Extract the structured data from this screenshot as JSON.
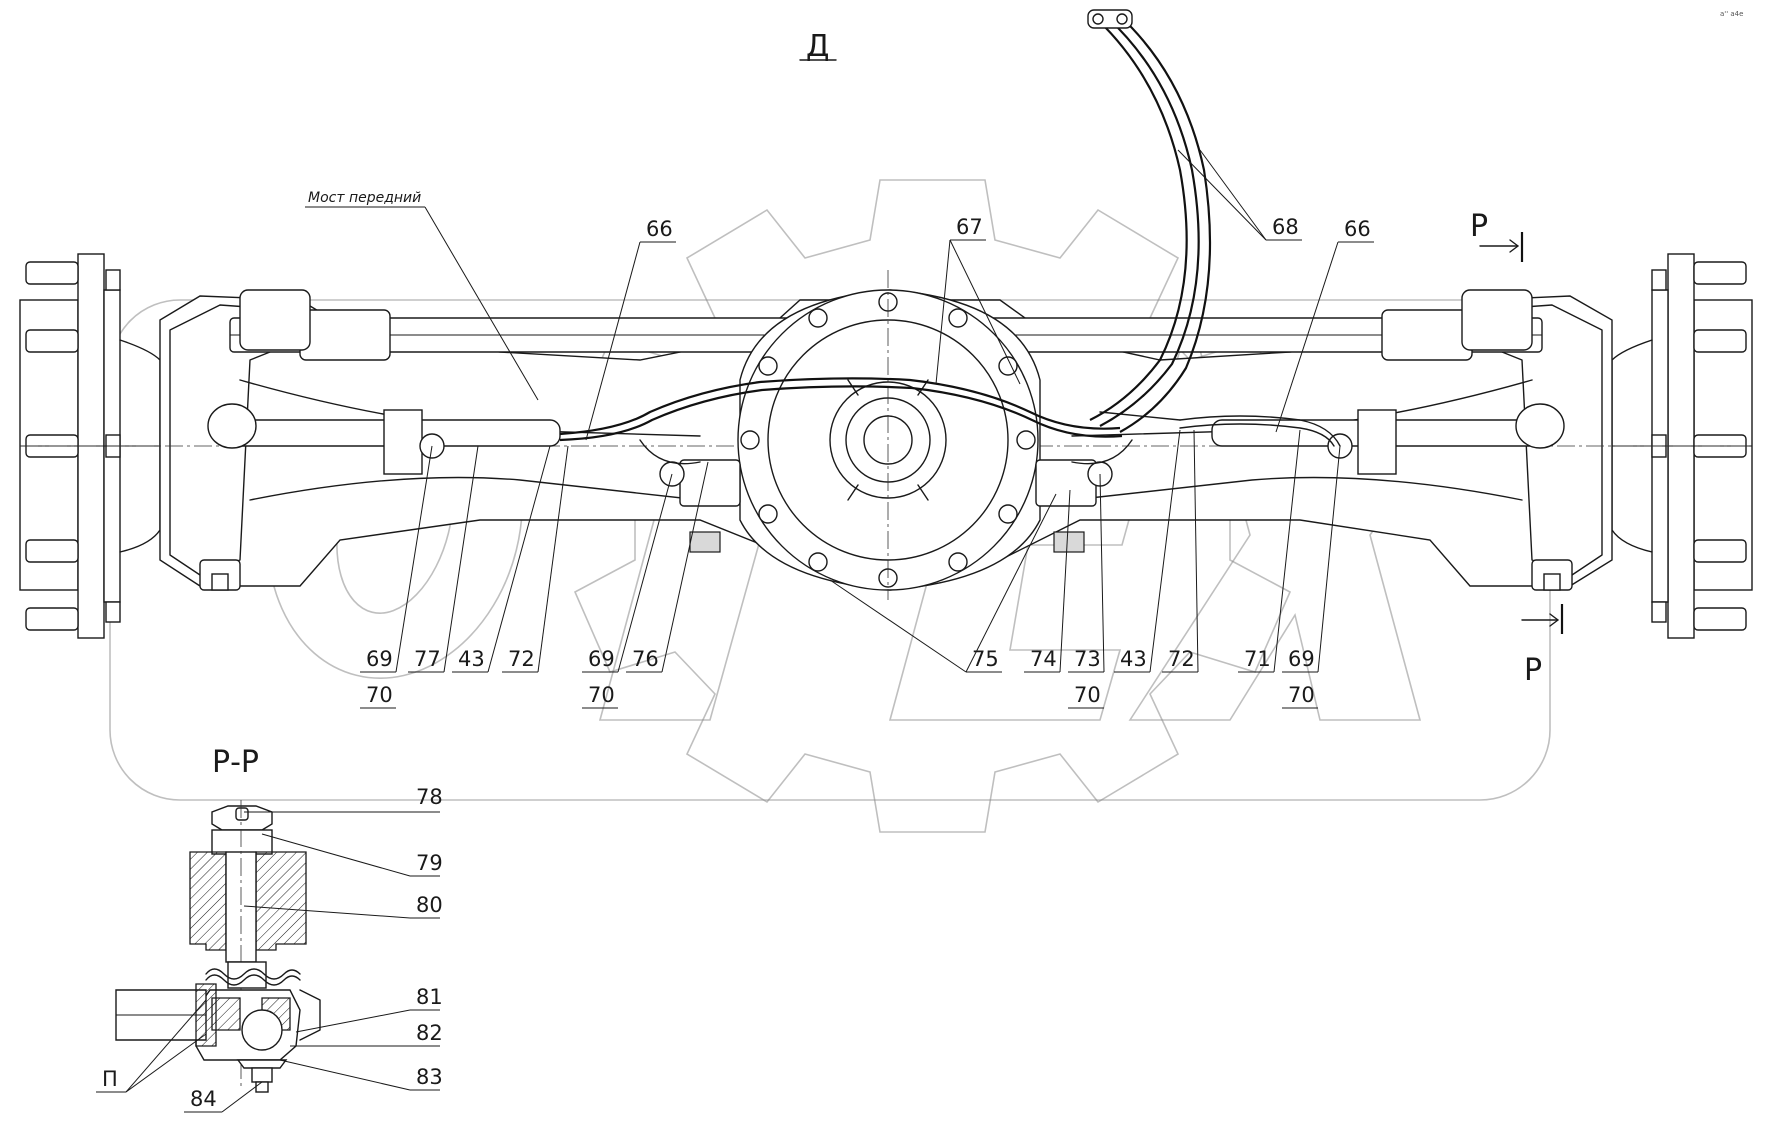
{
  "view_label": "Д",
  "section_title": "Р-Р",
  "note_front_axle": "Мост передний",
  "section_marks": {
    "upper": "Р",
    "lower": "Р"
  },
  "corner_stamp": "a'' a4e",
  "callouts": {
    "c66_left": "66",
    "c67": "67",
    "c68": "68",
    "c66_right": "66",
    "c69_a": "69",
    "c70_a": "70",
    "c77": "77",
    "c43_a": "43",
    "c72_a": "72",
    "c69_b": "69",
    "c70_b": "70",
    "c76": "76",
    "c75": "75",
    "c74": "74",
    "c73": "73",
    "c70_c": "70",
    "c43_b": "43",
    "c72_b": "72",
    "c71": "71",
    "c69_c": "69",
    "c70_d": "70",
    "c78": "78",
    "c79": "79",
    "c80": "80",
    "c81": "81",
    "c82": "82",
    "c83": "83",
    "c84": "84",
    "cP": "П"
  },
  "watermark": "OPEX"
}
